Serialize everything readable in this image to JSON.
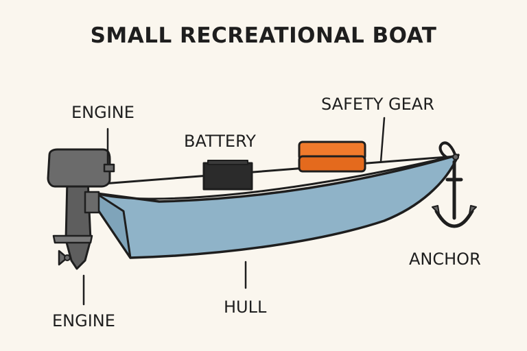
{
  "title": "SMALL RECREATIONAL BOAT",
  "labels": {
    "engine_top": "ENGINE",
    "battery": "BATTERY",
    "safety_gear": "SAFETY GEAR",
    "anchor": "ANCHOR",
    "hull": "HULL",
    "engine_bottom": "ENGINE"
  },
  "colors": {
    "background": "#faf6ee",
    "hull": "#8fb3c8",
    "engine": "#6b6b6b",
    "battery": "#2b2b2b",
    "safety_gear": "#f07a2c",
    "anchor": "#666666",
    "outline": "#1e1e1e"
  }
}
